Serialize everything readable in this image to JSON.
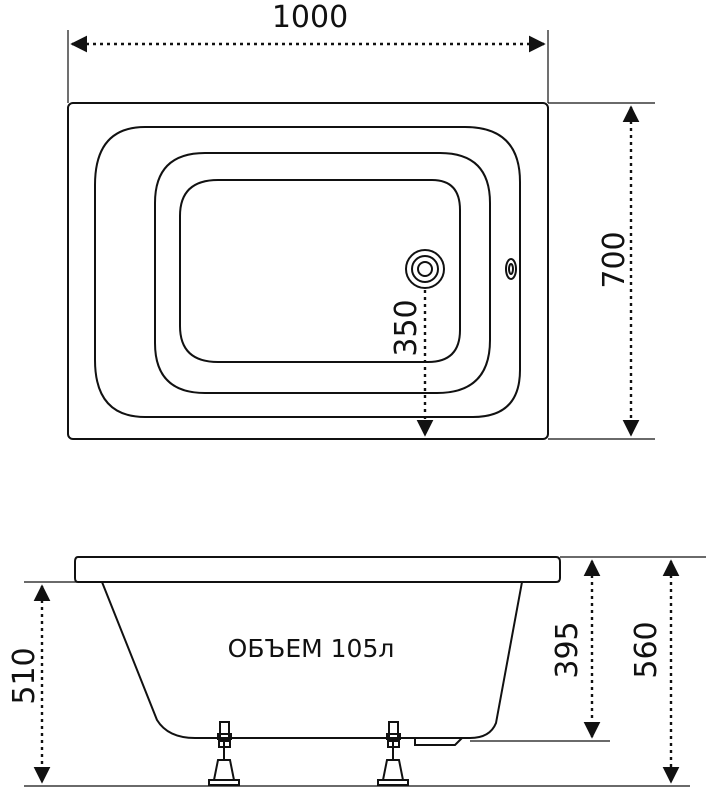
{
  "dimensions": {
    "length": "1000",
    "width": "700",
    "drain_offset": "350",
    "total_height": "510",
    "depth": "395",
    "height_with_legs": "560"
  },
  "volume_label": "ОБЪЕМ 105л",
  "colors": {
    "stroke": "#111111",
    "background": "#ffffff"
  }
}
